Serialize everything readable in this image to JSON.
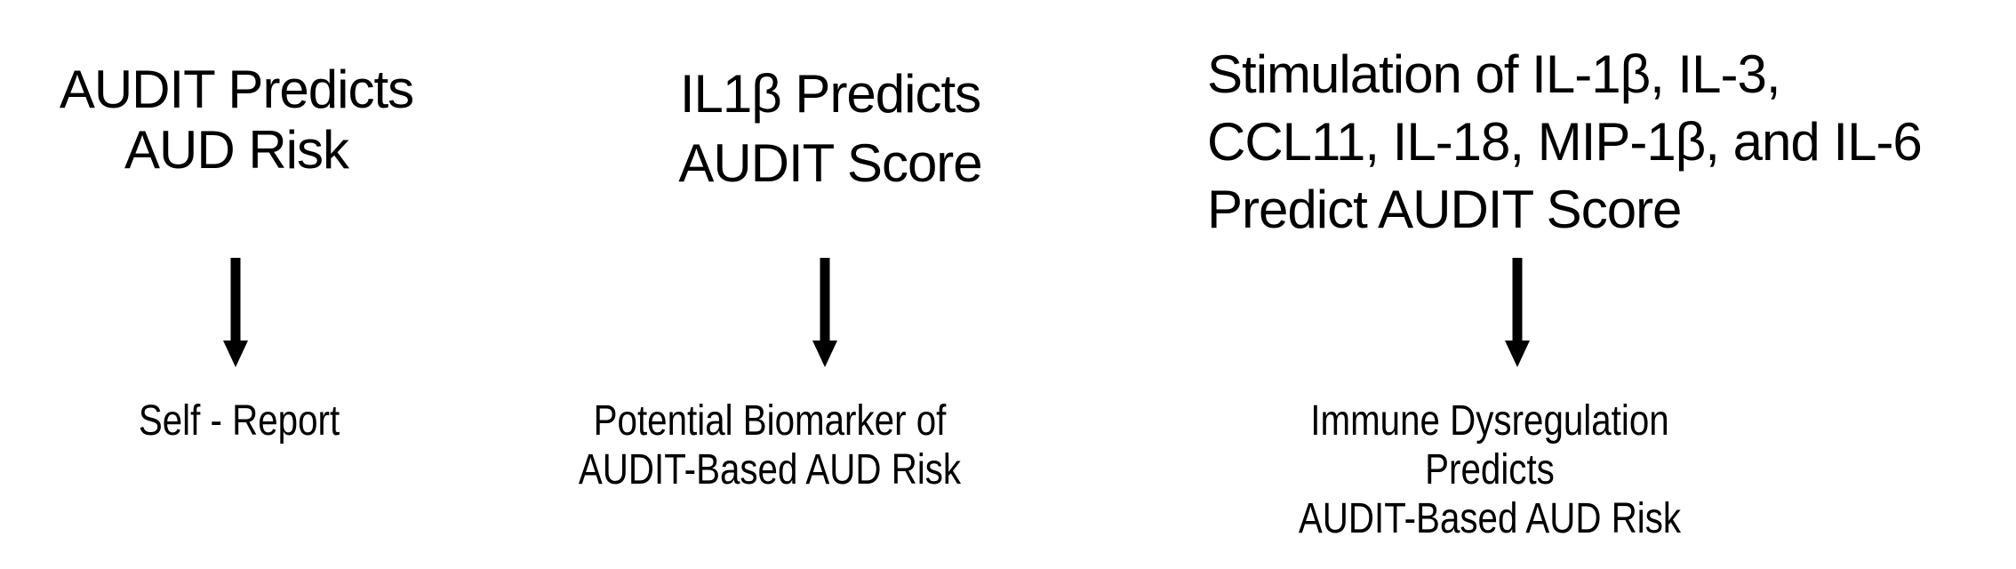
{
  "diagram": {
    "colors": {
      "background": "#ffffff",
      "text": "#000000",
      "arrow": "#000000"
    },
    "columns": [
      {
        "header": "AUDIT Predicts\nAUD Risk",
        "result": "Self - Report"
      },
      {
        "header": "IL1β Predicts\nAUDIT Score",
        "result": "Potential Biomarker of\nAUDIT-Based AUD Risk"
      },
      {
        "header": "Stimulation of IL-1β, IL-3,\nCCL11, IL-18, MIP-1β, and IL-6\nPredict AUDIT Score",
        "result": "Immune Dysregulation Predicts\nAUDIT-Based AUD Risk"
      }
    ]
  }
}
